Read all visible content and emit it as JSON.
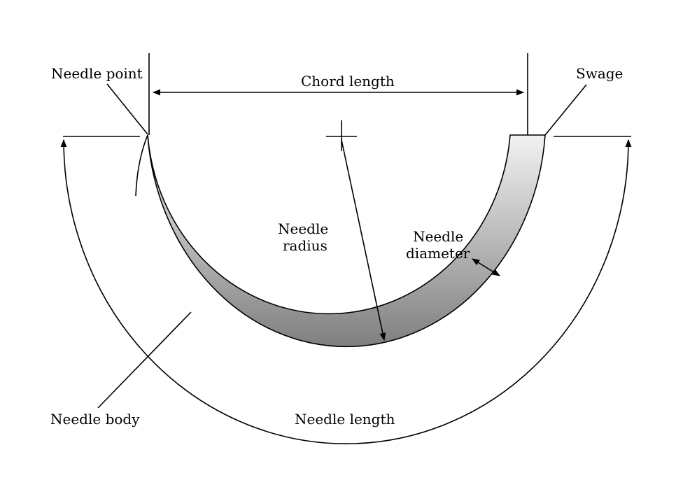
{
  "labels": {
    "needle_point": "Needle point",
    "chord_length": "Chord length",
    "swage": "Swage",
    "needle_radius_line1": "Needle",
    "needle_radius_line2": "radius",
    "needle_diameter_line1": "Needle",
    "needle_diameter_line2": "diameter",
    "needle_body": "Needle body",
    "needle_length": "Needle length"
  },
  "colors": {
    "stroke": "#000000",
    "needle_gradient_top": "#f2f2f2",
    "needle_gradient_bottom": "#7f7f7f",
    "background": "#ffffff"
  }
}
